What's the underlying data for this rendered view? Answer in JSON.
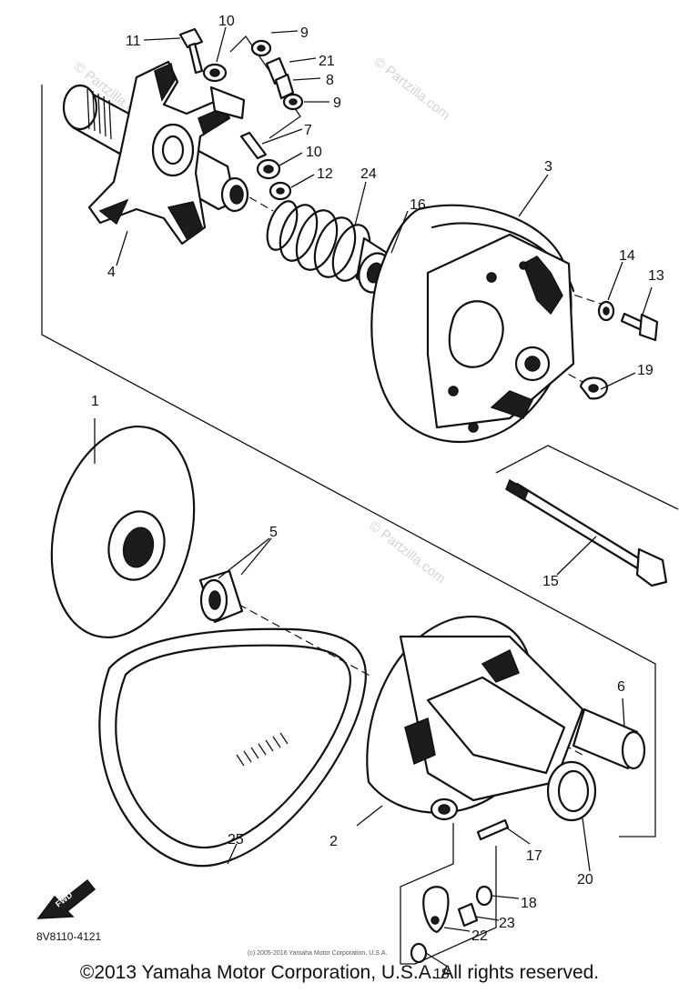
{
  "diagram_code": "8V8110-4121",
  "copyright": "©2013 Yamaha Motor Corporation, U.S.A. All rights reserved.",
  "image_credit": "(c) 2005-2016 Yamaha Motor Corporation, U.S.A.",
  "watermark": "© Partzilla.com",
  "front_arrow_label": "FWD",
  "callouts": {
    "c1": "1",
    "c2": "2",
    "c3": "3",
    "c4": "4",
    "c5": "5",
    "c6": "6",
    "c7": "7",
    "c8": "8",
    "c9a": "9",
    "c9b": "9",
    "c10a": "10",
    "c10b": "10",
    "c11": "11",
    "c12": "12",
    "c13": "13",
    "c14": "14",
    "c15": "15",
    "c16": "16",
    "c17": "17",
    "c18a": "18",
    "c18b": "18",
    "c19": "19",
    "c20": "20",
    "c21": "21",
    "c22": "22",
    "c23": "23",
    "c24": "24",
    "c25": "25"
  },
  "colors": {
    "ink": "#111111",
    "watermark": "#d4d4d4",
    "background": "#ffffff"
  }
}
